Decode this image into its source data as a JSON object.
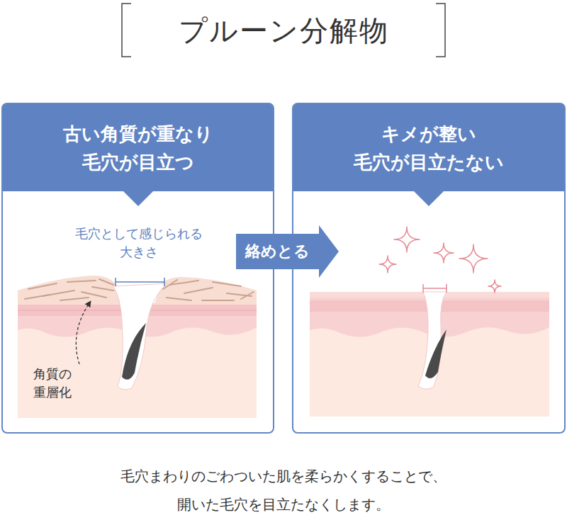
{
  "diagram": {
    "title": "プルーン分解物",
    "caption": "毛穴まわりのごわついた肌を柔らかくすることで、 開いた毛穴を目立たなくします。",
    "nodes": [
      {
        "text": [
          "古い角質が重なり 毛穴が目立つ"
        ]
      },
      {
        "text": [
          "キメが整い 毛穴が目立たない"
        ]
      }
    ],
    "edges": [
      {
        "from": 0,
        "to": 1,
        "arrow": "to",
        "label": "絡めとる"
      }
    ],
    "labels": [
      "毛穴として感じられる 大きさ",
      "角質の 重層化"
    ]
  }
}
